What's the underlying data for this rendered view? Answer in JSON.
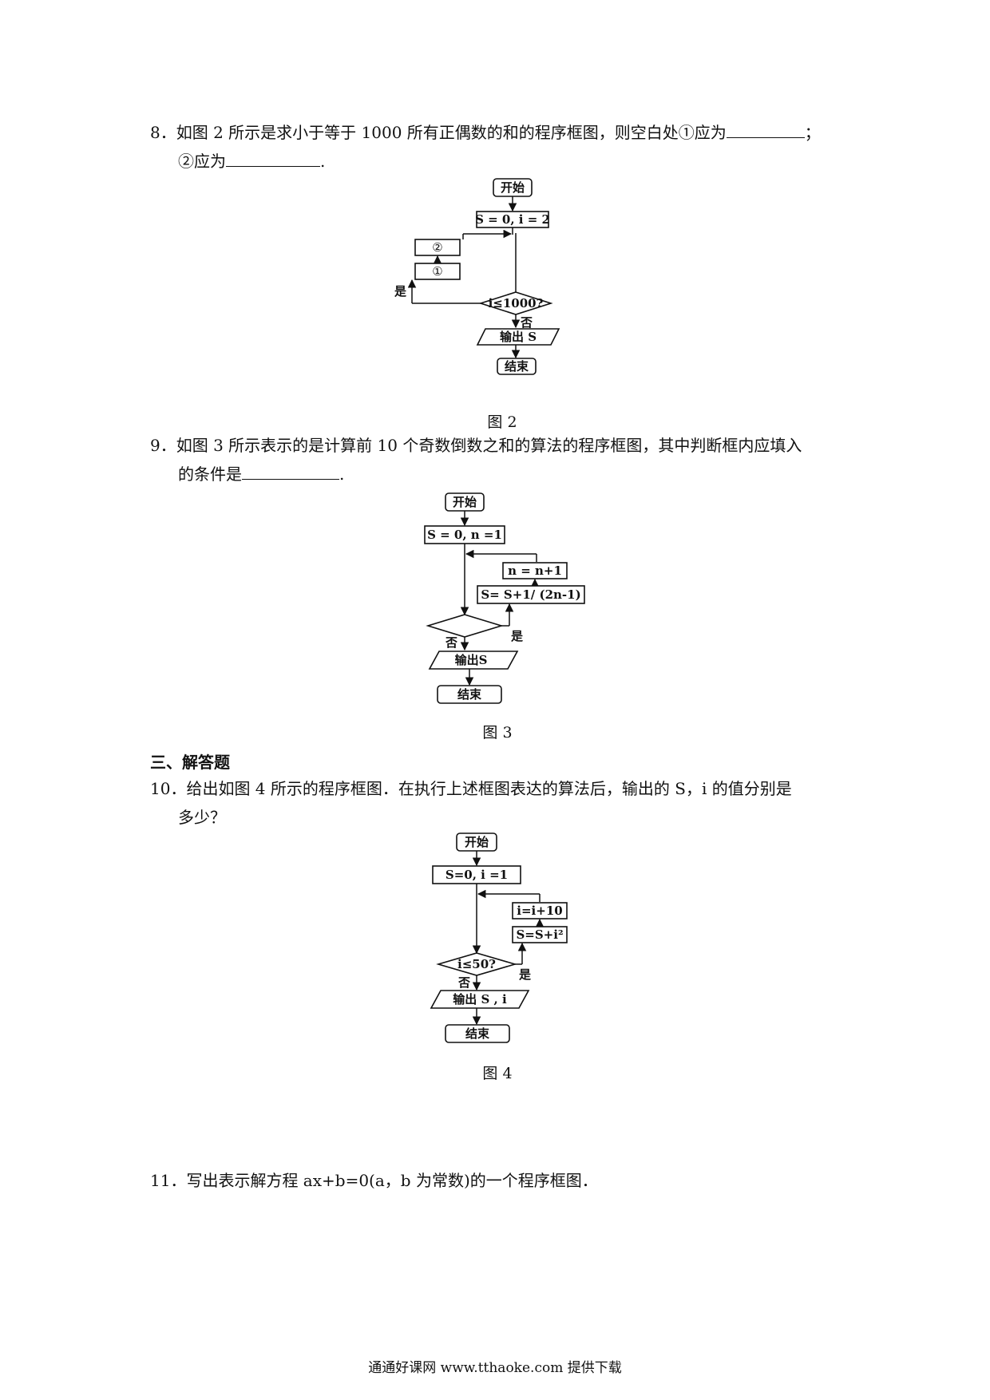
{
  "q8": {
    "line1_a": "8．如图 2 所示是求小于等于 1000 所有正偶数的和的程序框图，则空白处①应为",
    "line1_b": "；",
    "line2_a": "②应为",
    "line2_b": "."
  },
  "fig2": {
    "start": "开始",
    "init": "S = 0,  i = 2",
    "box2": "②",
    "box1": "①",
    "cond": "i≤1000?",
    "yes": "是",
    "no": "否",
    "output": "输出 S",
    "end": "结束",
    "caption": "图 2"
  },
  "q9": {
    "line1": "9．如图 3 所示表示的是计算前 10 个奇数倒数之和的算法的程序框图，其中判断框内应填入",
    "line2_a": "的条件是",
    "line2_b": "."
  },
  "fig3": {
    "start": "开始",
    "init": "S = 0,  n =1",
    "update_n": "n = n+1",
    "update_s": "S= S+1/ (2n-1)",
    "cond": "",
    "no": "否",
    "yes": "是",
    "output": "输出S",
    "end": "结束",
    "caption": "图 3"
  },
  "section3": "三、解答题",
  "q10": {
    "line1": "10．给出如图 4 所示的程序框图．在执行上述框图表达的算法后，输出的 S，i 的值分别是",
    "line2": "多少？"
  },
  "fig4": {
    "start": "开始",
    "init": "S=0, i =1",
    "update_i": "i=i+10",
    "update_s": "S=S+i²",
    "cond": "i≤50?",
    "yes": "是",
    "no": "否",
    "output": "输出 S , i",
    "end": "结束",
    "caption": "图 4"
  },
  "q11": "11．写出表示解方程 ax+b=0(a，b 为常数)的一个程序框图．",
  "footer": "通通好课网  www.tthaoke.com  提供下载"
}
